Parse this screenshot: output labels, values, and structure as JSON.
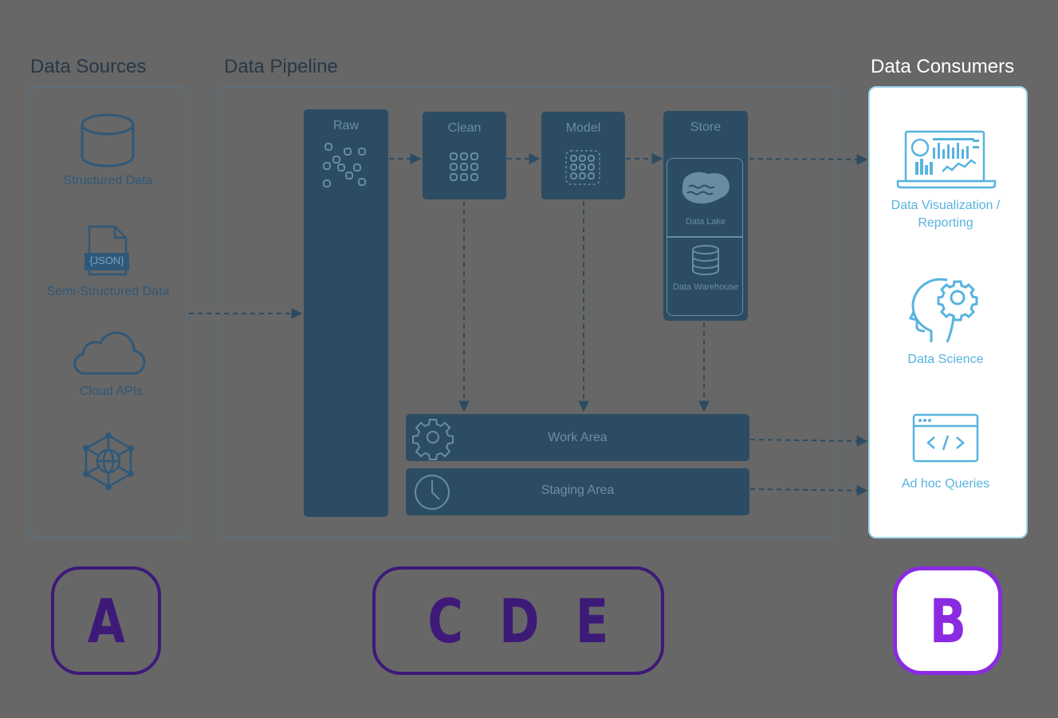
{
  "sections": {
    "sources": "Data Sources",
    "pipeline": "Data Pipeline",
    "consumers": "Data Consumers"
  },
  "sources": {
    "structured": "Structured Data",
    "json_tag": "{JSON}",
    "semi_structured": "Semi-Structured Data",
    "cloud_apis": "Cloud APIs"
  },
  "pipeline": {
    "raw": "Raw",
    "clean": "Clean",
    "model": "Model",
    "store": "Store",
    "data_lake": "Data Lake",
    "data_warehouse": "Data Warehouse",
    "work_area": "Work Area",
    "staging_area": "Staging Area"
  },
  "consumers": {
    "visualization_line1": "Data Visualization /",
    "visualization_line2": "Reporting",
    "science": "Data Science",
    "adhoc": "Ad hoc Queries"
  },
  "answer_boxes": {
    "a": "A",
    "cde": "C D E",
    "b": "B"
  },
  "colors": {
    "background": "#676767",
    "stage_fill": "#2c4c63",
    "consumer_accent": "#58b3e0",
    "box_purple_dark": "#3d1a78",
    "box_purple_bright": "#8a2be2"
  }
}
